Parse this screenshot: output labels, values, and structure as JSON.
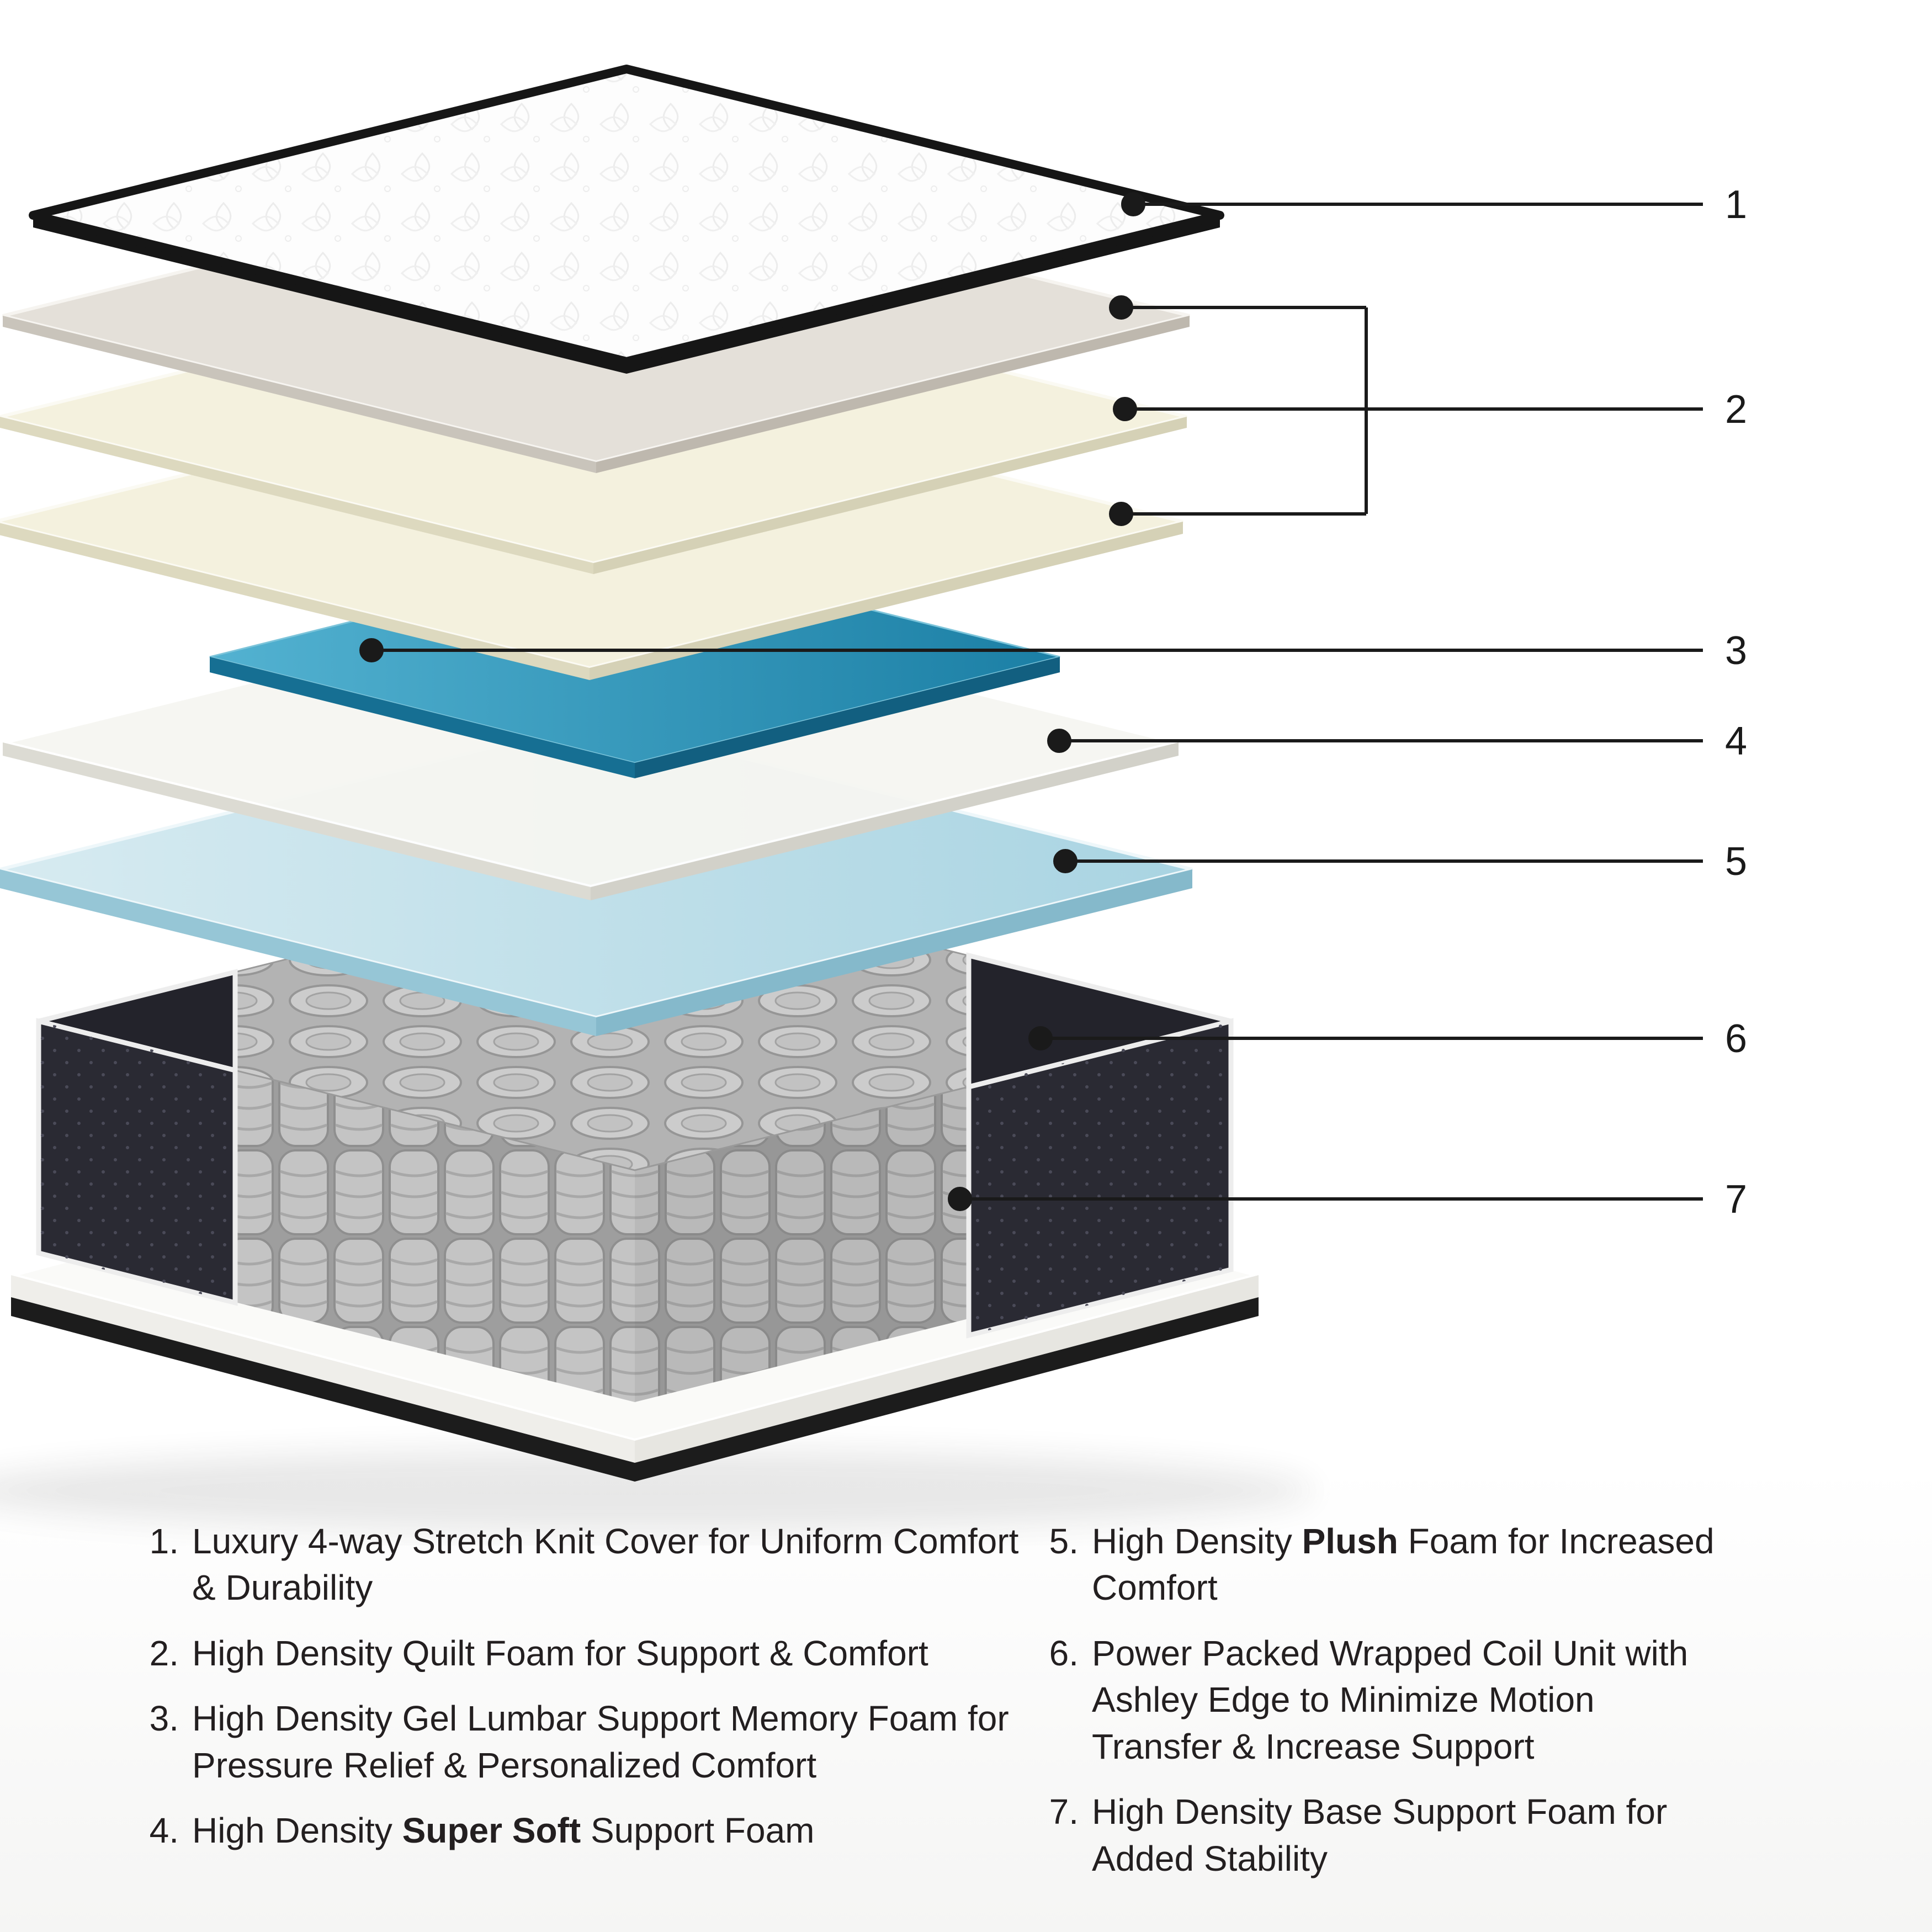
{
  "callouts": {
    "labels": [
      "1",
      "2",
      "3",
      "4",
      "5",
      "6",
      "7"
    ]
  },
  "legend": {
    "left": [
      {
        "num": "1.",
        "pre": "Luxury 4-way Stretch Knit Cover for Uniform Comfort & Durability",
        "bold": "",
        "post": ""
      },
      {
        "num": "2.",
        "pre": "High Density Quilt Foam for Support & Comfort",
        "bold": "",
        "post": ""
      },
      {
        "num": "3.",
        "pre": "High Density Gel Lumbar Support Memory Foam for Pressure Relief & Personalized Comfort",
        "bold": "",
        "post": ""
      },
      {
        "num": "4.",
        "pre": "High Density ",
        "bold": "Super Soft",
        "post": " Support Foam"
      }
    ],
    "right": [
      {
        "num": "5.",
        "pre": "High Density ",
        "bold": "Plush",
        "post": " Foam for Increased Comfort"
      },
      {
        "num": "6.",
        "pre": "Power Packed Wrapped Coil Unit with Ashley Edge to Minimize Motion Transfer & Increase Support",
        "bold": "",
        "post": ""
      },
      {
        "num": "7.",
        "pre": "High Density Base Support Foam for Added Stability",
        "bold": "",
        "post": ""
      }
    ]
  },
  "colors": {
    "line": "#1a1a1a",
    "gel_light": "#53b2d1",
    "gel_dark": "#1b7fa5",
    "gel_side": "#166f93",
    "plush_light": "#d7ebf1",
    "plush_dark": "#a9d4e2",
    "plush_side": "#96c6d6",
    "cream": "#f4f1de",
    "cream_side": "#ddd9bf",
    "beige": "#e4e0d9",
    "beige_side": "#c9c4bb",
    "foam_white": "#f6f6f2",
    "foam_white_side": "#dcdbd3",
    "coil_gray": "#c4c4c4",
    "border_dark": "#23232b",
    "cover_edge": "#161616"
  }
}
